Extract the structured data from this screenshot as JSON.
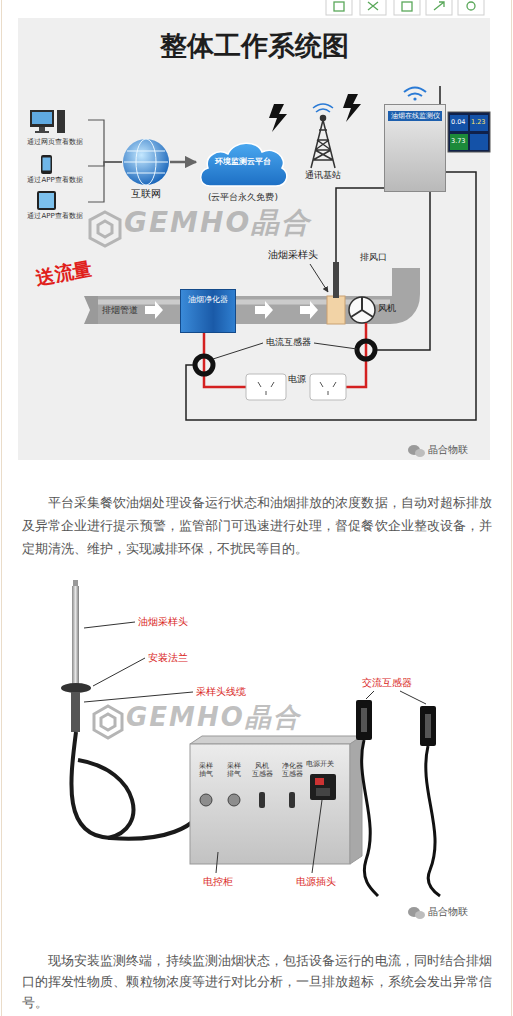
{
  "diagram": {
    "title": "整体工作系统图",
    "nodes": [
      {
        "text": [
          "通过网页查看数据"
        ]
      },
      {
        "text": [
          "通过APP查看数据"
        ]
      },
      {
        "text": [
          "通过APP查看数据"
        ]
      },
      {
        "text": [
          "互联网"
        ]
      },
      {
        "text": [
          "环境监测云平台",
          "(云平台永久免费)"
        ]
      },
      {
        "text": [
          "通讯基站"
        ]
      },
      {
        "text": [
          "油烟在线监测仪"
        ]
      },
      {
        "text": [
          "油烟净化器"
        ]
      }
    ],
    "edges": [
      {
        "from": 0,
        "to": 3,
        "arrow": "none"
      },
      {
        "from": 1,
        "to": 3,
        "arrow": "none"
      },
      {
        "from": 2,
        "to": 3,
        "arrow": "none"
      },
      {
        "from": 3,
        "to": 4,
        "arrow": "to"
      }
    ],
    "labels": [
      "0.04",
      "1.23",
      "3.73",
      "GEMHO晶合",
      "油烟采样头",
      "排风口",
      "送流量",
      "排烟管道",
      "风机",
      "电流互感器",
      "电源",
      "晶合物联",
      "平台采集餐饮油烟处理设备运行状态和油烟排放的浓度数据，自动对超标排放及异常企业进行提示预警，监管部门可迅速进行处理，督促餐饮企业整改设备，并定期清洗、维护，实现减排环保，不扰民等目的。",
      "油烟采样头",
      "安装法兰",
      "采样头线缆",
      "交流互感器",
      "GEMHO晶合",
      "采样 抽气",
      "采样 排气",
      "风机 互感器",
      "净化器 互感器",
      "电源开关",
      "电控柜",
      "电源插头",
      "晶合物联",
      "现场安装监测终端，持续监测油烟状态，包括设备运行的电流，同时结合排烟口的挥发性物质、颗粒物浓度等进行对比分析，一旦排放超标，系统会发出异常信号。"
    ]
  }
}
